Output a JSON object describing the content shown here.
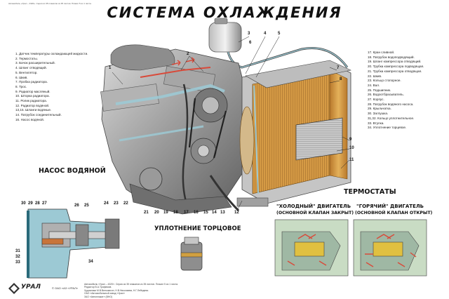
{
  "header_note": "Автомобиль «Урал – 4320». Серия из 35 плакатов из 35 листов. Плакат 5 из 1 листа.",
  "title": "СИСТЕМА ОХЛАЖДЕНИЯ",
  "legend_left": [
    "1. Датчик температуры охлаждающей жидкости.",
    "2. Термостаты.",
    "3. Бачок расширительный.",
    "4. Шланг отводящий.",
    "5. Вентилятор.",
    "6. Шкив.",
    "7. Пробка радиатора.",
    "8. Трос.",
    "9. Радиатор масляный.",
    "10. Шторка радиатора.",
    "11. Ролик радиатора.",
    "12. Радиатор водяной.",
    "13,15. Шланги водяные.",
    "14. Патрубок соединительный.",
    "16. Насос водяной."
  ],
  "legend_right": [
    "17. Кран сливной.",
    "18. Патрубок водоподводящий.",
    "19. Шланг компрессора отводящий.",
    "20. Трубка компрессора подводящая.",
    "21. Трубка компрессора отводящая.",
    "22. Шкив.",
    "23. Кольцо стопорное.",
    "24. Вал.",
    "25. Подшипник.",
    "26. Водоотбрасыватель.",
    "27. Корпус.",
    "28. Патрубок водяного насоса.",
    "29. Крыльчатка.",
    "30. Заглушка.",
    "31,32. Кольцо уплотнительное.",
    "33. Втулка.",
    "34. Уплотнение торцевое."
  ],
  "pump_title": "НАСОС ВОДЯНОЙ",
  "seal_title": "УПЛОТНЕНИЕ ТОРЦОВОЕ",
  "thermo_title": "ТЕРМОСТАТЫ",
  "cold_title": "\"ХОЛОДНЫЙ\" ДВИГАТЕЛЬ",
  "cold_sub": "(ОСНОВНОЙ КЛАПАН ЗАКРЫТ)",
  "hot_title": "\"ГОРЯЧИЙ\" ДВИГАТЕЛЬ",
  "hot_sub": "(ОСНОВНОЙ КЛАПАН ОТКРЫТ)",
  "callouts": {
    "n1": "1",
    "n2": "2",
    "n3": "3",
    "n4": "4",
    "n5": "5",
    "n6": "6",
    "n7": "7",
    "n8": "8",
    "n9": "9",
    "n10": "10",
    "n11": "11",
    "n12": "12",
    "n13": "13",
    "n14": "14",
    "n15": "15",
    "n16": "16",
    "n17": "17",
    "n18": "18",
    "n19": "19",
    "n20": "20",
    "n21": "21",
    "p22": "22",
    "p23": "23",
    "p24": "24",
    "p25": "25",
    "p26": "26",
    "p27": "27",
    "p28": "28",
    "p29": "29",
    "p30": "30",
    "p31": "31",
    "p32": "32",
    "p33": "33",
    "p34": "34"
  },
  "logo": "УРАЛ",
  "code": "© ОАО «АЗ «УРАЛ»",
  "credits": [
    "Автомобиль «Урал – 4320». Серия из 35 плакатов из 35 листов. Плакат 5 из 1 листа.",
    "Редактор В.А.Трофимов.",
    "Художники М.В.Вильямсон, Н.В.Николаева, Н.Г.Лебедева.",
    "ОАО «Автомобильный завод «Урал»",
    "ЗАО «Автоплакат» (ВНО)"
  ],
  "colors": {
    "coolant": "#9cc9d4",
    "coolant_hot": "#d94a3a",
    "radiator": "#d8a24a",
    "engine": "#8c8c8c"
  }
}
